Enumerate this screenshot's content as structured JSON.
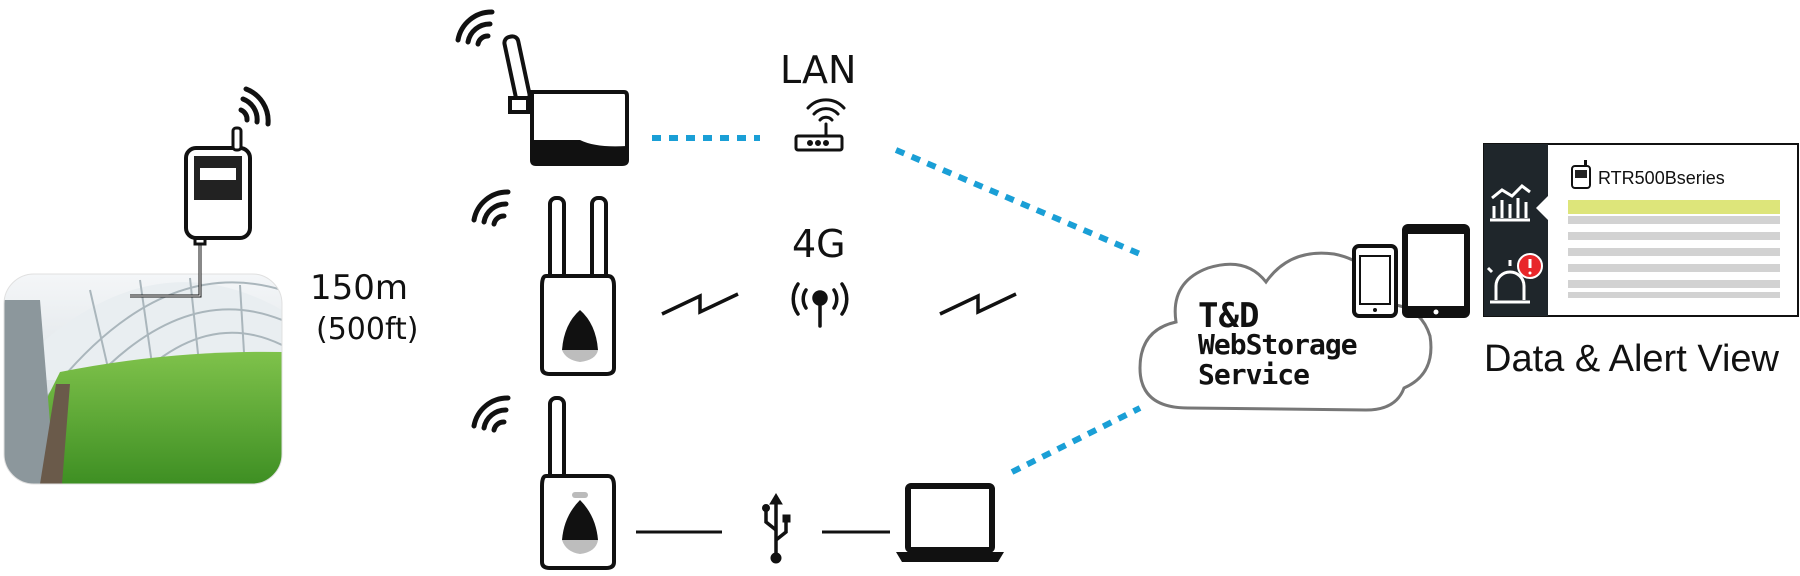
{
  "labels": {
    "range": "150m",
    "range_ft": "(500ft)",
    "lan": "LAN",
    "cellular": "4G",
    "cloud_line1": "T&D",
    "cloud_line2": "WebStorage",
    "cloud_line3": "Service",
    "view": "Data & Alert View",
    "series": "RTR500Bseries"
  },
  "colors": {
    "link_dotted": "#1a9fd6",
    "alert": "#e8262a",
    "panel_dark": "#1f262b",
    "highlight_row": "#dde57a",
    "row_gray": "#d2d2d2"
  },
  "icons": [
    "greenhouse-photo",
    "data-logger-icon",
    "wifi-signal-icon",
    "base-station-lan-icon",
    "base-station-4g-icon",
    "base-station-usb-icon",
    "router-icon",
    "antenna-icon",
    "usb-icon",
    "laptop-icon",
    "cloud-icon",
    "smartphone-icon",
    "tablet-icon",
    "chart-icon",
    "alarm-icon"
  ]
}
